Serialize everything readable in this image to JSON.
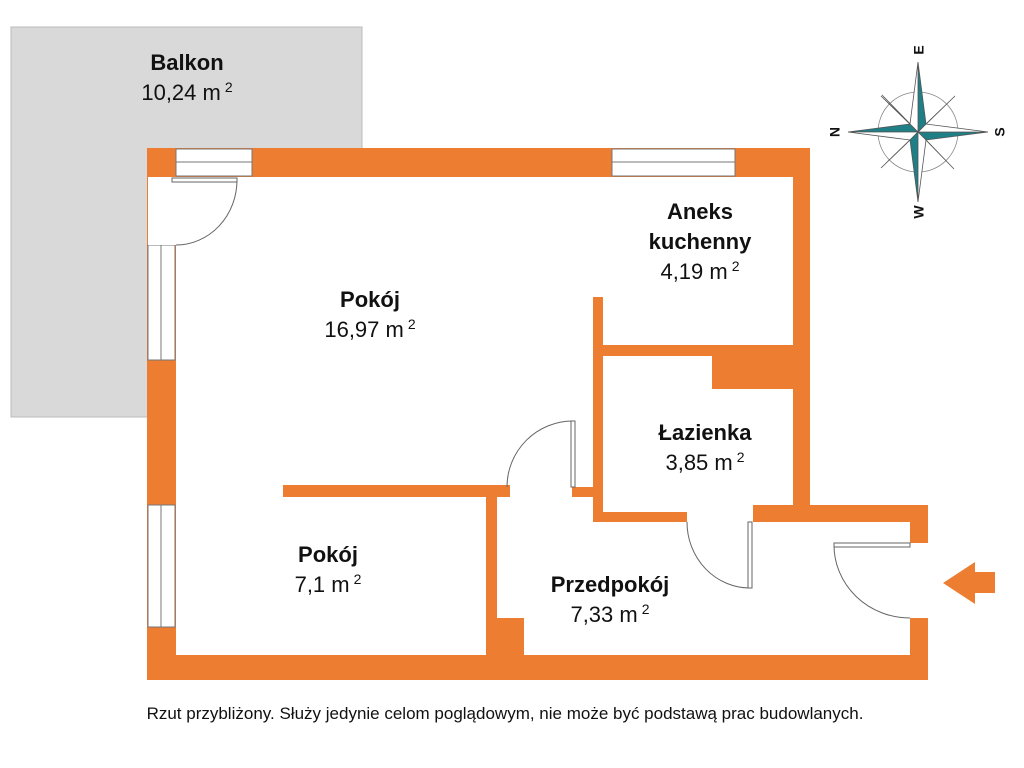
{
  "rooms": {
    "balkon": {
      "name": "Balkon",
      "area": "10,24 m",
      "unit_sup": "2"
    },
    "pokoj_main": {
      "name": "Pokój",
      "area": "16,97 m",
      "unit_sup": "2"
    },
    "aneks": {
      "name_line1": "Aneks",
      "name_line2": "kuchenny",
      "area": "4,19 m",
      "unit_sup": "2"
    },
    "lazienka": {
      "name": "Łazienka",
      "area": "3,85 m",
      "unit_sup": "2"
    },
    "pokoj_small": {
      "name": "Pokój",
      "area": "7,1 m",
      "unit_sup": "2"
    },
    "przedpokoj": {
      "name": "Przedpokój",
      "area": "7,33 m",
      "unit_sup": "2"
    }
  },
  "compass": {
    "n": "N",
    "e": "E",
    "s": "S",
    "w": "W"
  },
  "disclaimer": "Rzut przybliżony. Służy jedynie celom poglądowym, nie może być podstawą prac budowlanych.",
  "colors": {
    "wall": "#ed7d31",
    "balcony": "#d9d9d9",
    "compass": "#1f7f86"
  }
}
